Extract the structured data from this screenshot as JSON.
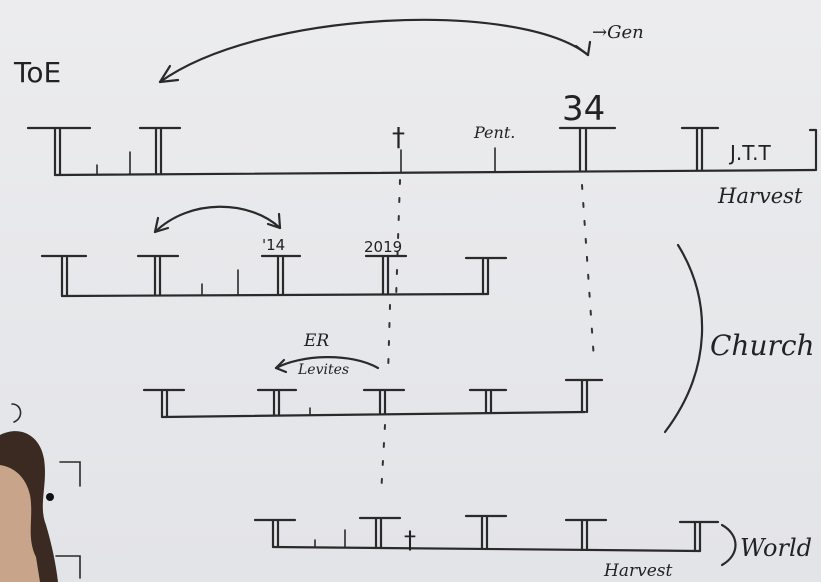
{
  "board": {
    "labels": {
      "toe": "ToE",
      "gen": "→Gen",
      "pent": "Pent.",
      "n34": "34",
      "cross_top": "†",
      "jtt": "J.T.T",
      "harvest_top": "Harvest",
      "n14": "'14",
      "n2019": "2019",
      "church": "Church",
      "er": "ER",
      "levites": "Levites",
      "world": "World",
      "harvest_bottom": "Harvest",
      "cross_bottom": "†"
    }
  }
}
